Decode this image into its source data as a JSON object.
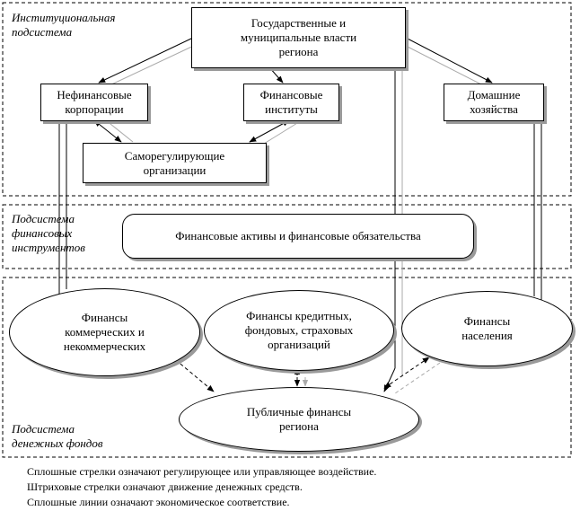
{
  "subsystems": {
    "institutional": "Институциональная\nподсистема",
    "instruments": "Подсистема\nфинансовых\nинструментов",
    "funds": "Подсистема\nденежных фондов"
  },
  "nodes": {
    "gov": "Государственные и\nмуниципальные власти\nрегиона",
    "nonfin": "Нефинансовые\nкорпорации",
    "fininst": "Финансовые\nинституты",
    "households": "Домашние\nхозяйства",
    "sro": "Саморегулирующие\nорганизации",
    "assets": "Финансовые активы и финансовые обязательства",
    "fin_commercial": "Финансы\nкоммерческих и\nнекоммерческих",
    "fin_credit": "Финансы кредитных,\nфондовых, страховых\nорганизаций",
    "fin_population": "Финансы\nнаселения",
    "public_fin": "Публичные финансы\nрегиона"
  },
  "legend": {
    "line1": "Сплошные стрелки означают регулирующее или управляющее воздействие.",
    "line2": "Штриховые стрелки означают движение денежных средств.",
    "line3": "Сплошные линии означают экономическое соответствие."
  }
}
